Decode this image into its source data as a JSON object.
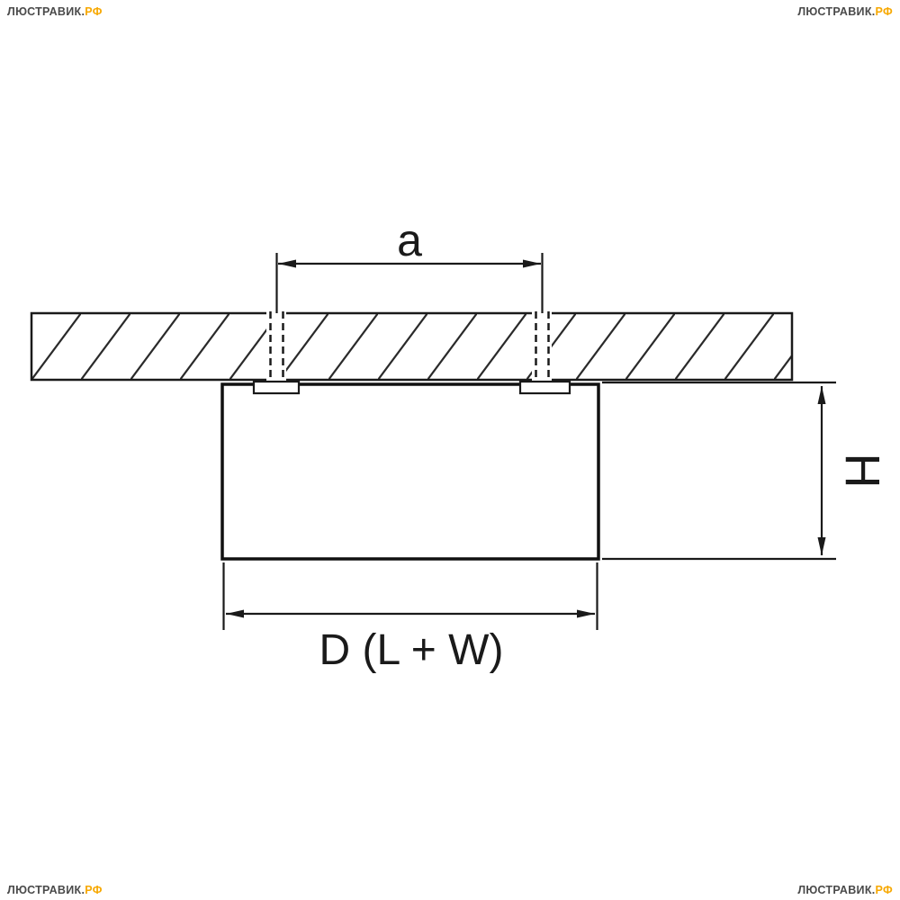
{
  "watermark": {
    "main": "ЛЮСТРАВИК.",
    "suffix": "РФ",
    "main_color": "#4a4a4a",
    "suffix_color": "#f7a800"
  },
  "diagram": {
    "line_color": "#1a1a1a",
    "labels": {
      "hole_spacing": "a",
      "height": "H",
      "width": "D (L + W)"
    }
  }
}
